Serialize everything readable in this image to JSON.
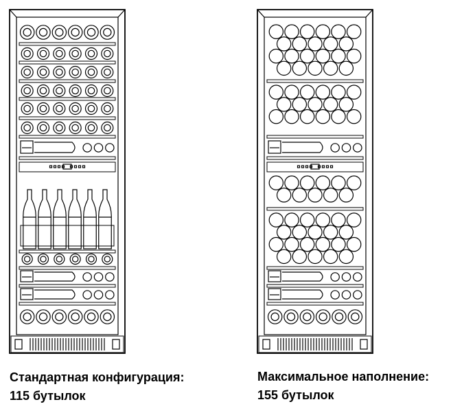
{
  "left_unit": {
    "caption_line1": "Стандартная конфигурация:",
    "caption_line2": "115 бутылок"
  },
  "right_unit": {
    "caption_line1": "Максимальное наполнение:",
    "caption_line2": "155 бутылок"
  },
  "colors": {
    "line": "#000000",
    "background": "#ffffff"
  }
}
